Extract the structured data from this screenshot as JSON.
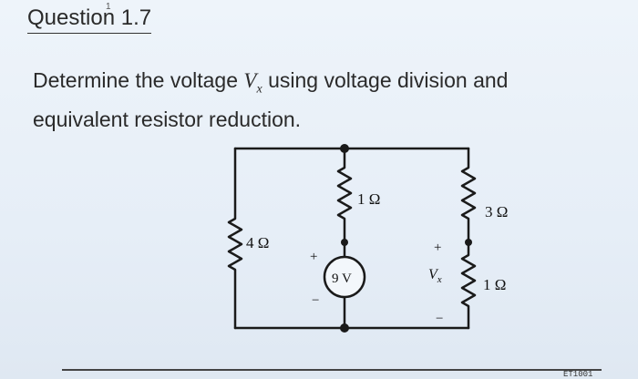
{
  "question": {
    "mark": "1",
    "title": "Question 1.7",
    "line1_before": "Determine the voltage ",
    "var_name": "V",
    "var_sub": "x",
    "line1_after": " using voltage division and",
    "line2": "equivalent resistor reduction."
  },
  "circuit": {
    "r_left": "4 Ω",
    "r_mid": "1 Ω",
    "r_right_top": "3 Ω",
    "r_right_bottom": "1 Ω",
    "source": "9 V",
    "plus": "+",
    "minus": "−",
    "vx_label": "V",
    "vx_sub": "x"
  },
  "footer": {
    "corner_text": "ET1001"
  }
}
